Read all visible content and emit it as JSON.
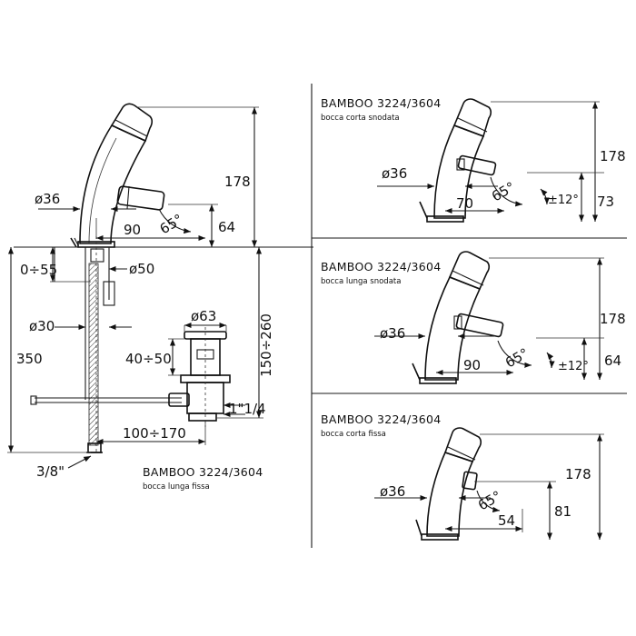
{
  "main": {
    "title": "BAMBOO 3224/3604",
    "subtitle": "bocca lunga fissa",
    "dims": {
      "d36": "ø36",
      "d90": "90",
      "a65": "65°",
      "d64": "64",
      "d178": "178",
      "r055": "0÷55",
      "d50": "ø50",
      "d30": "ø30",
      "d350": "350",
      "d63": "ø63",
      "r4050": "40÷50",
      "r150260": "150÷260",
      "r100170": "100÷170",
      "t114": "1\"1/4",
      "t38": "3/8\""
    }
  },
  "panel1": {
    "title": "BAMBOO 3224/3604",
    "subtitle": "bocca corta snodata",
    "dims": {
      "d36": "ø36",
      "d70": "70",
      "a65": "65°",
      "a12": "±12°",
      "d178": "178",
      "d73": "73"
    }
  },
  "panel2": {
    "title": "BAMBOO 3224/3604",
    "subtitle": "bocca lunga snodata",
    "dims": {
      "d36": "ø36",
      "d90": "90",
      "a65": "65°",
      "a12": "±12°",
      "d178": "178",
      "d64": "64"
    }
  },
  "panel3": {
    "title": "BAMBOO 3224/3604",
    "subtitle": "bocca corta fissa",
    "dims": {
      "d36": "ø36",
      "a65": "65°",
      "d54": "54",
      "d178": "178",
      "d81": "81"
    }
  }
}
